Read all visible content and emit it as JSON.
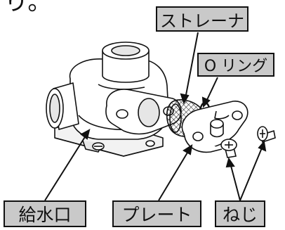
{
  "heading_fragment": "り。",
  "labels": {
    "strainer": "ストレーナ",
    "o_ring": "O リング",
    "water_inlet": "給水口",
    "plate": "プレート",
    "screw": "ねじ"
  }
}
